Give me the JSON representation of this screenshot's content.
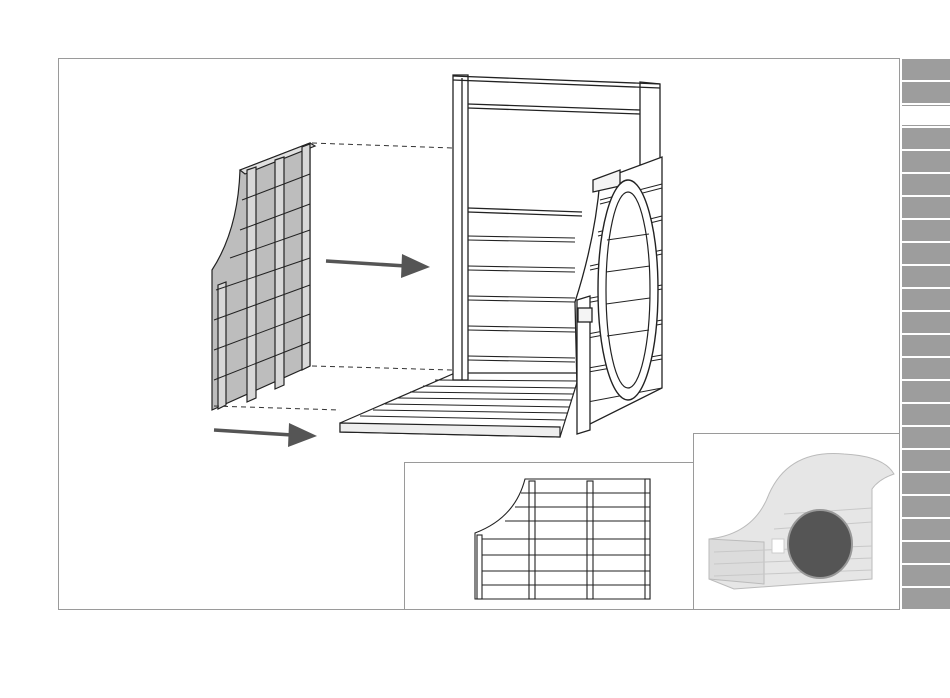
{
  "page": {
    "background": "#ffffff",
    "frame_color": "#9a9a9a",
    "line_color": "#222222",
    "panel_fill": "#bdbdbd",
    "arrow_color": "#555555"
  },
  "main_illustration": {
    "icon": "wall-panel-attach-diagram"
  },
  "inset_side_panel": {
    "icon": "side-panel-front-view"
  },
  "inset_house_preview": {
    "icon": "hobbit-house-preview",
    "highlight_color": "#555555"
  },
  "side_tabs": {
    "count": 24,
    "active_index": 2,
    "tab_color": "#9d9d9d"
  }
}
